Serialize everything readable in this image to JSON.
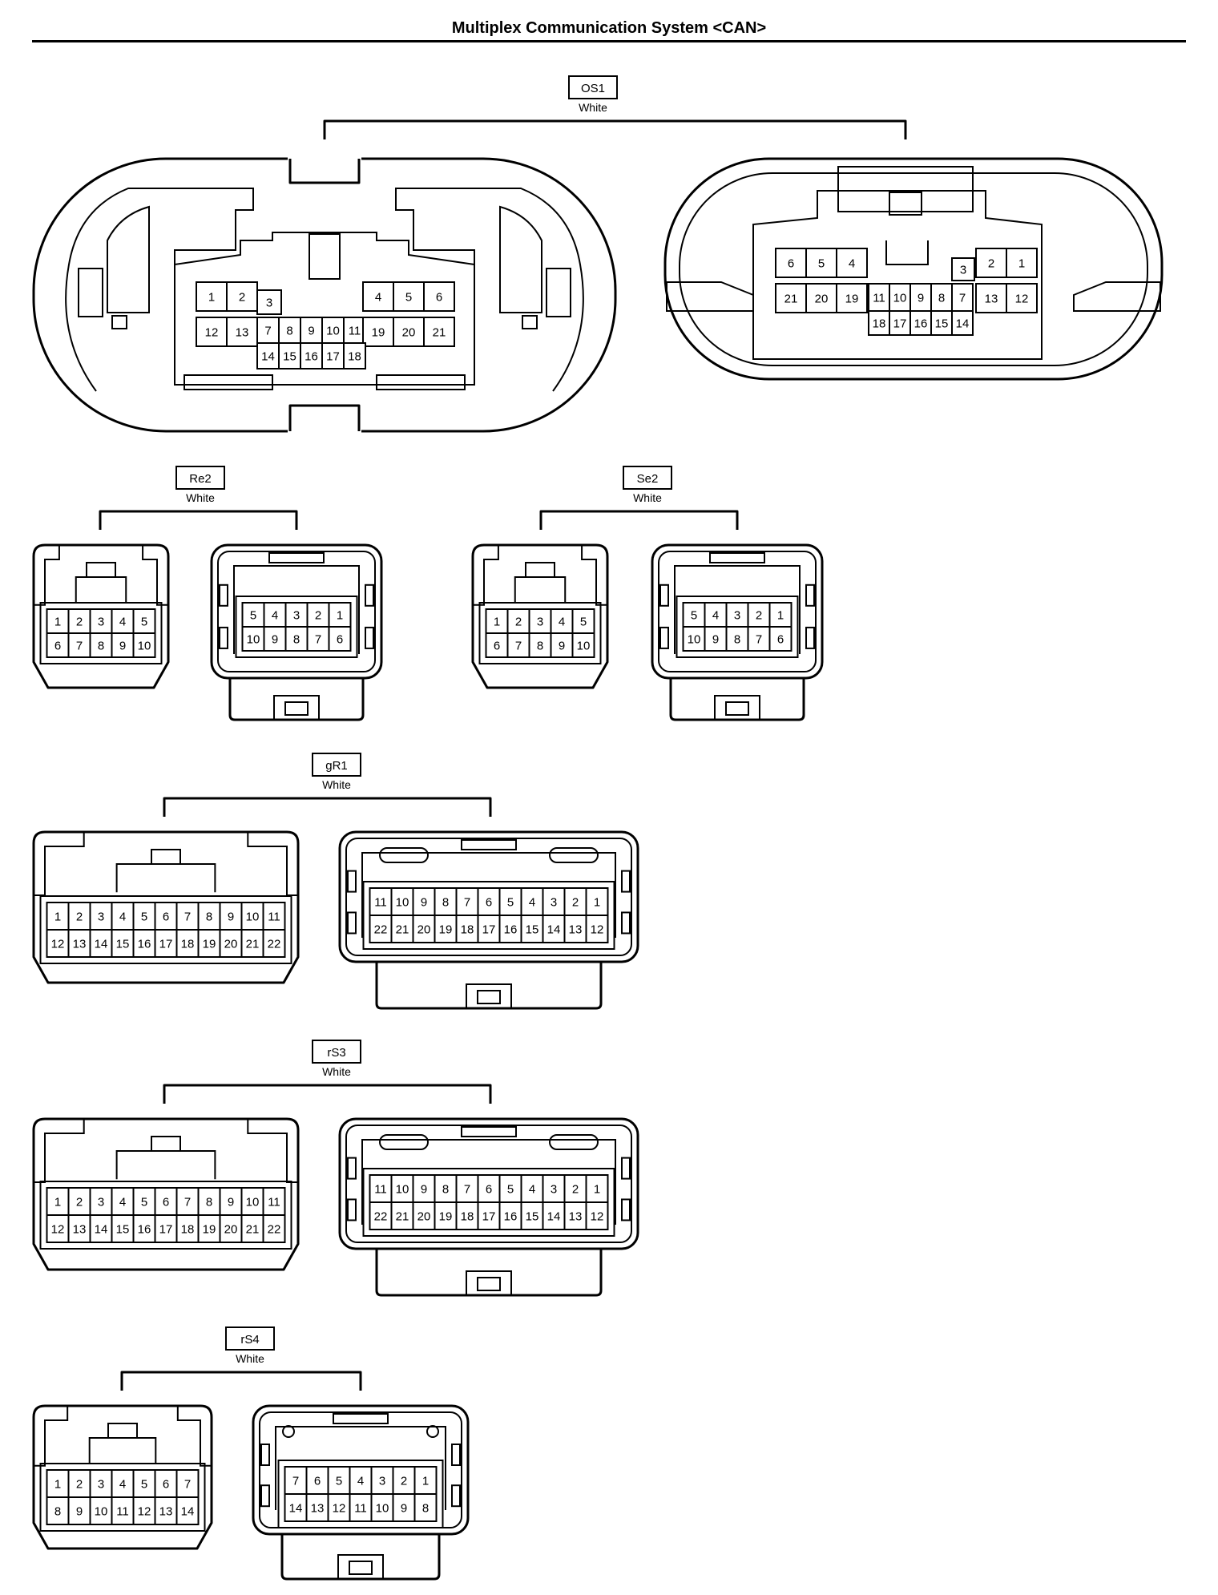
{
  "title": "Multiplex Communication System <CAN>",
  "connectors": [
    {
      "id": "OS1",
      "color": "White",
      "female": {
        "rows": [
          [
            "1",
            "2",
            "3",
            "4",
            "5",
            "6"
          ],
          [
            "12",
            "13",
            "7",
            "8",
            "9",
            "10",
            "11",
            "19",
            "20",
            "21"
          ],
          [
            "14",
            "15",
            "16",
            "17",
            "18"
          ]
        ]
      },
      "male": {
        "rows": [
          [
            "6",
            "5",
            "4",
            "3",
            "2",
            "1"
          ],
          [
            "21",
            "20",
            "19",
            "11",
            "10",
            "9",
            "8",
            "7",
            "13",
            "12"
          ],
          [
            "18",
            "17",
            "16",
            "15",
            "14"
          ]
        ]
      }
    },
    {
      "id": "Re2",
      "color": "White",
      "female": {
        "rows": [
          [
            "1",
            "2",
            "3",
            "4",
            "5"
          ],
          [
            "6",
            "7",
            "8",
            "9",
            "10"
          ]
        ]
      },
      "male": {
        "rows": [
          [
            "5",
            "4",
            "3",
            "2",
            "1"
          ],
          [
            "10",
            "9",
            "8",
            "7",
            "6"
          ]
        ]
      }
    },
    {
      "id": "Se2",
      "color": "White",
      "female": {
        "rows": [
          [
            "1",
            "2",
            "3",
            "4",
            "5"
          ],
          [
            "6",
            "7",
            "8",
            "9",
            "10"
          ]
        ]
      },
      "male": {
        "rows": [
          [
            "5",
            "4",
            "3",
            "2",
            "1"
          ],
          [
            "10",
            "9",
            "8",
            "7",
            "6"
          ]
        ]
      }
    },
    {
      "id": "gR1",
      "color": "White",
      "female": {
        "rows": [
          [
            "1",
            "2",
            "3",
            "4",
            "5",
            "6",
            "7",
            "8",
            "9",
            "10",
            "11"
          ],
          [
            "12",
            "13",
            "14",
            "15",
            "16",
            "17",
            "18",
            "19",
            "20",
            "21",
            "22"
          ]
        ]
      },
      "male": {
        "rows": [
          [
            "11",
            "10",
            "9",
            "8",
            "7",
            "6",
            "5",
            "4",
            "3",
            "2",
            "1"
          ],
          [
            "22",
            "21",
            "20",
            "19",
            "18",
            "17",
            "16",
            "15",
            "14",
            "13",
            "12"
          ]
        ]
      }
    },
    {
      "id": "rS3",
      "color": "White",
      "female": {
        "rows": [
          [
            "1",
            "2",
            "3",
            "4",
            "5",
            "6",
            "7",
            "8",
            "9",
            "10",
            "11"
          ],
          [
            "12",
            "13",
            "14",
            "15",
            "16",
            "17",
            "18",
            "19",
            "20",
            "21",
            "22"
          ]
        ]
      },
      "male": {
        "rows": [
          [
            "11",
            "10",
            "9",
            "8",
            "7",
            "6",
            "5",
            "4",
            "3",
            "2",
            "1"
          ],
          [
            "22",
            "21",
            "20",
            "19",
            "18",
            "17",
            "16",
            "15",
            "14",
            "13",
            "12"
          ]
        ]
      }
    },
    {
      "id": "rS4",
      "color": "White",
      "female": {
        "rows": [
          [
            "1",
            "2",
            "3",
            "4",
            "5",
            "6",
            "7"
          ],
          [
            "8",
            "9",
            "10",
            "11",
            "12",
            "13",
            "14"
          ]
        ]
      },
      "male": {
        "rows": [
          [
            "7",
            "6",
            "5",
            "4",
            "3",
            "2",
            "1"
          ],
          [
            "14",
            "13",
            "12",
            "11",
            "10",
            "9",
            "8"
          ]
        ]
      }
    }
  ]
}
